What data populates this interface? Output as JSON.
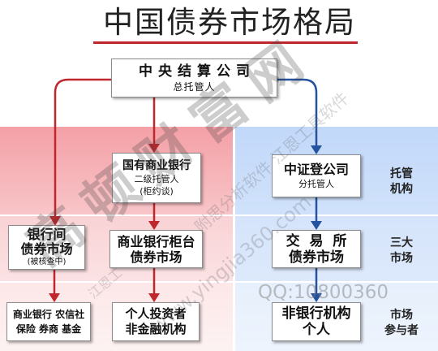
{
  "title": "中国债券市场格局",
  "colors": {
    "red_arrow": "#c0272d",
    "blue_arrow": "#24529e",
    "title_underline": "#c0272d"
  },
  "nodes": {
    "central": {
      "name": "中央结算公司",
      "role": "总托管人"
    },
    "state_banks": {
      "name": "国有商业银行",
      "role": "二级托管人",
      "note": "(柜约谈)"
    },
    "interbank": {
      "line1": "银行间",
      "line2": "债券市场",
      "note": "(被核查中)"
    },
    "bank_counter": {
      "line1": "商业银行柜台",
      "line2": "债券市场"
    },
    "institutions": {
      "line1": "商业银行 农信社",
      "line2": "保险 券商 基金"
    },
    "retail": {
      "line1": "个人投资者",
      "line2": "非金融机构"
    },
    "csdc": {
      "name": "中证登公司",
      "role": "分托管人"
    },
    "exchange": {
      "line1": "交 易 所",
      "line2": "债券市场"
    },
    "non_bank": {
      "line1": "非银行机构",
      "line2": "个人"
    }
  },
  "row_labels": [
    {
      "line1": "托管",
      "line2": "机构"
    },
    {
      "line1": "三大",
      "line2": "市场"
    },
    {
      "line1": "市场",
      "line2": "参与者"
    }
  ],
  "watermarks": {
    "brand": "高顿财富网",
    "software": "附思分析软件 江恩工具软件",
    "software_fragment": "江恩工",
    "site": "www.yingjia360.com",
    "qq": "QQ:10800360"
  }
}
